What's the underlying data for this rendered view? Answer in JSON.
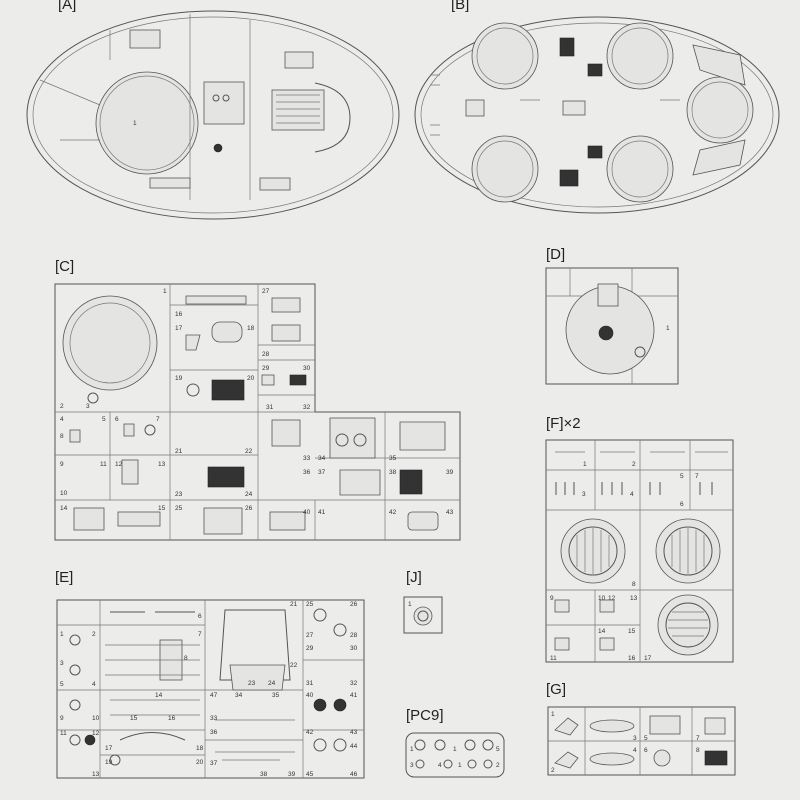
{
  "sprues": {
    "A": {
      "label": "[A]",
      "parts": [
        "1"
      ]
    },
    "B": {
      "label": "[B]"
    },
    "C": {
      "label": "[C]",
      "parts": [
        "1",
        "16",
        "17",
        "18",
        "19",
        "20",
        "21",
        "22",
        "23",
        "24",
        "25",
        "26",
        "27",
        "28",
        "29",
        "30",
        "31",
        "32",
        "33",
        "34",
        "35",
        "36",
        "37",
        "38",
        "39",
        "40",
        "41",
        "42",
        "43",
        "2",
        "3",
        "4",
        "5",
        "6",
        "7",
        "8",
        "9",
        "10",
        "11",
        "12",
        "13",
        "14",
        "15"
      ]
    },
    "D": {
      "label": "[D]",
      "parts": [
        "1"
      ]
    },
    "F": {
      "label": "[F]×2",
      "parts": [
        "1",
        "2",
        "3",
        "4",
        "5",
        "6",
        "7",
        "8",
        "9",
        "10",
        "11",
        "12",
        "13",
        "14",
        "15",
        "16",
        "17"
      ]
    },
    "E": {
      "label": "[E]",
      "parts": [
        "1",
        "2",
        "3",
        "4",
        "5",
        "6",
        "7",
        "8",
        "9",
        "10",
        "11",
        "12",
        "13",
        "14",
        "15",
        "16",
        "17",
        "18",
        "19",
        "20",
        "21",
        "22",
        "23",
        "24",
        "25",
        "26",
        "27",
        "28",
        "29",
        "30",
        "31",
        "32",
        "33",
        "34",
        "35",
        "36",
        "37",
        "38",
        "39",
        "40",
        "41",
        "42",
        "43",
        "44",
        "45",
        "46",
        "47"
      ]
    },
    "J": {
      "label": "[J]",
      "parts": [
        "1"
      ]
    },
    "PC9": {
      "label": "[PC9]",
      "parts": [
        "1",
        "2",
        "3",
        "4",
        "5"
      ]
    },
    "G": {
      "label": "[G]",
      "parts": [
        "1",
        "2",
        "3",
        "4",
        "5",
        "6",
        "7",
        "8"
      ]
    }
  }
}
